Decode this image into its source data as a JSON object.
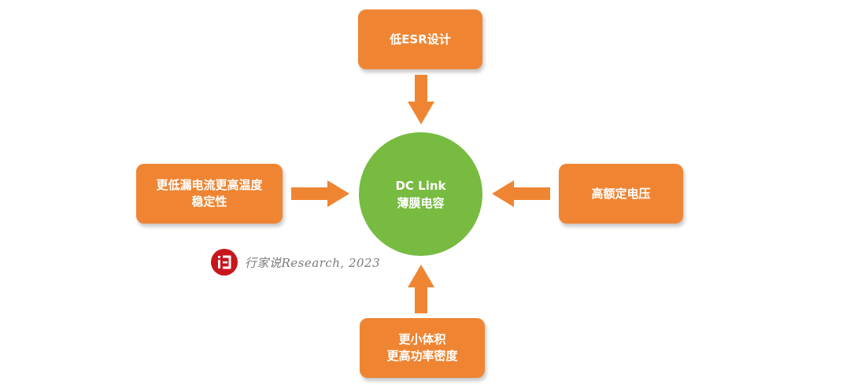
{
  "diagram": {
    "center": {
      "line1": "DC Link",
      "line2": "薄膜电容"
    },
    "top_box": {
      "text": "低ESR设计"
    },
    "left_box": {
      "line1": "更低漏电流更高温度",
      "line2": "稳定性"
    },
    "right_box": {
      "text": "高额定电压"
    },
    "bottom_box": {
      "line1": "更小体积",
      "line2": "更高功率密度"
    }
  },
  "watermark": {
    "text": "行家说Research, 2023"
  },
  "colors": {
    "box_fill": "#ef8533",
    "circle_fill": "#77bb41",
    "text": "#ffffff",
    "watermark_text": "#7a7a7a",
    "logo_red": "#c8161d"
  }
}
